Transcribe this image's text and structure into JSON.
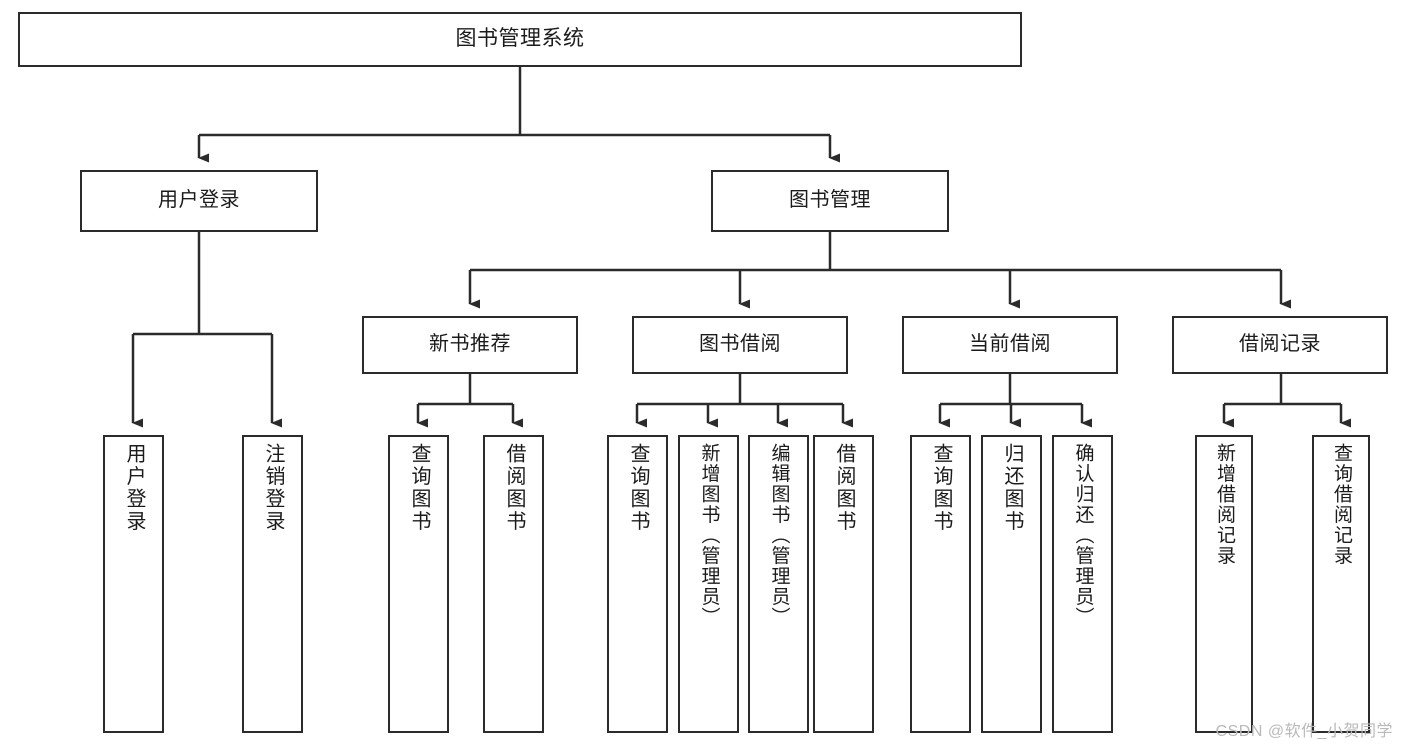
{
  "diagram": {
    "title": "图书管理系统",
    "type": "hierarchy-tree",
    "orientation": "top-down",
    "watermark": "CSDN @软件_小贺同学",
    "colors": {
      "background": "#ffffff",
      "box_border": "#2b2b2b",
      "box_fill": "#ffffff",
      "connector": "#2b2b2b",
      "text": "#1b1b1b",
      "watermark": "#b9b9b9"
    },
    "nodes": {
      "root": {
        "label": "图书管理系统"
      },
      "level2": [
        {
          "label": "用户登录"
        },
        {
          "label": "图书管理"
        }
      ],
      "level3": [
        {
          "label": "新书推荐"
        },
        {
          "label": "图书借阅"
        },
        {
          "label": "当前借阅"
        },
        {
          "label": "借阅记录"
        }
      ],
      "leaves": {
        "user_login": [
          {
            "label": "用户登录"
          },
          {
            "label": "注销登录"
          }
        ],
        "new_book_recommend": [
          {
            "label": "查询图书"
          },
          {
            "label": "借阅图书"
          }
        ],
        "book_borrow": [
          {
            "label": "查询图书"
          },
          {
            "label": "新增图书（管理员）"
          },
          {
            "label": "编辑图书（管理员）"
          },
          {
            "label": "借阅图书"
          }
        ],
        "current_borrow": [
          {
            "label": "查询图书"
          },
          {
            "label": "归还图书"
          },
          {
            "label": "确认归还（管理员）"
          }
        ],
        "borrow_record": [
          {
            "label": "新增借阅记录"
          },
          {
            "label": "查询借阅记录"
          }
        ]
      }
    }
  }
}
